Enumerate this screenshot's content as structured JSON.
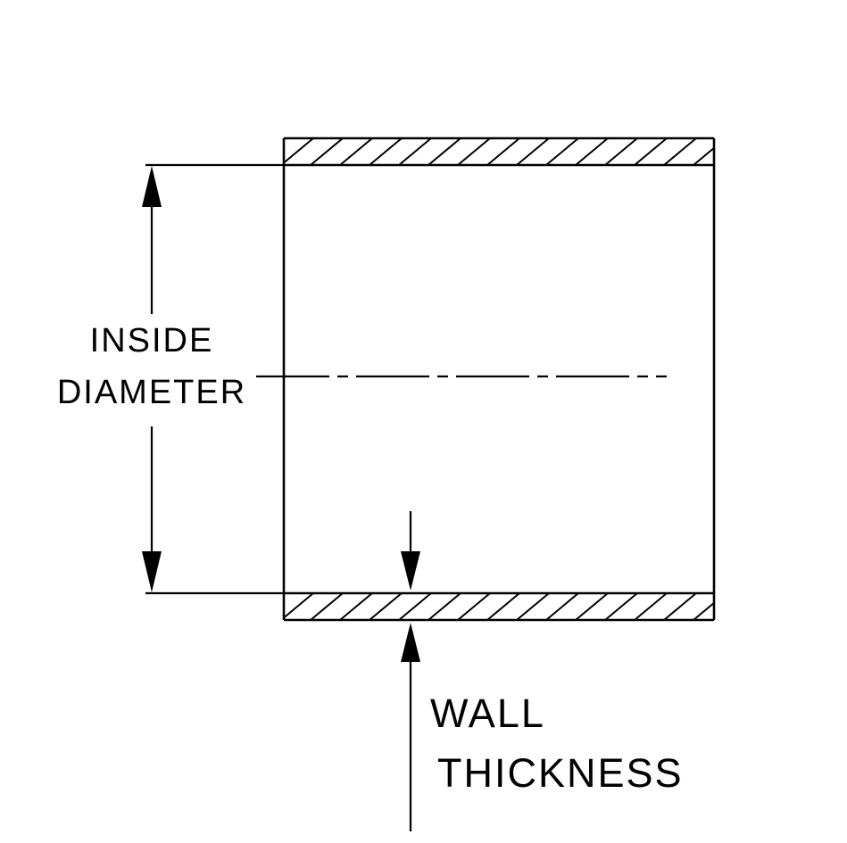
{
  "diagram": {
    "type": "technical-cross-section",
    "subject": "hose-coupler-tube-cross-section",
    "labels": {
      "inside_diameter_line1": "INSIDE",
      "inside_diameter_line2": "DIAMETER",
      "wall_thickness_line1": "WALL",
      "wall_thickness_line2": "THICKNESS"
    },
    "colors": {
      "line": "#000000",
      "background": "#ffffff"
    }
  }
}
